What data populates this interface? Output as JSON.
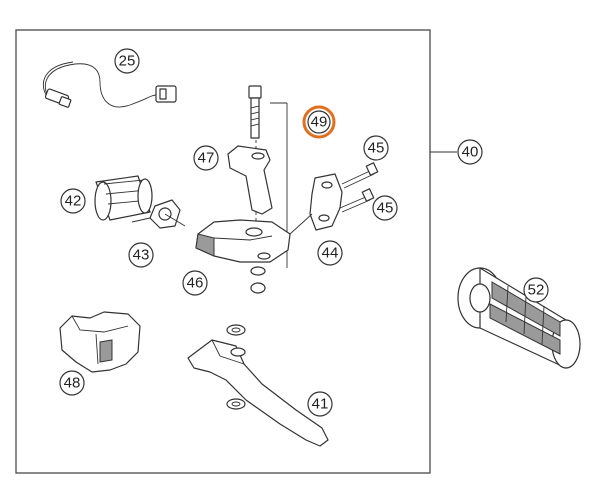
{
  "diagram": {
    "group_callout": "40",
    "highlight_color": "#e07020",
    "callouts": {
      "c25": "25",
      "c49": "49",
      "c47": "47",
      "c45a": "45",
      "c45b": "45",
      "c42": "42",
      "c43": "43",
      "c44": "44",
      "c46": "46",
      "c48": "48",
      "c41": "41",
      "c52": "52",
      "c40": "40"
    },
    "highlighted": "49"
  }
}
